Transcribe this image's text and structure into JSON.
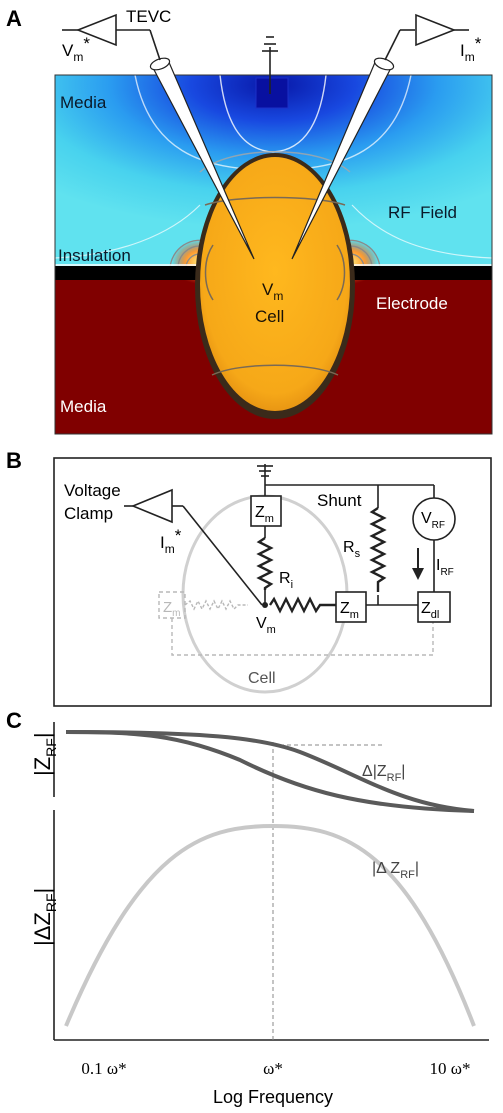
{
  "panel_a": {
    "letter": "A",
    "tevc": "TEVC",
    "vm_star": "V",
    "vm_star_sub": "m",
    "im_star": "I",
    "im_star_sub": "m",
    "star": "*",
    "media_top": "Media",
    "rf_field": "RF  Field",
    "insulation": "Insulation",
    "electrode": "Electrode",
    "vm": "V",
    "vm_sub": "m",
    "cell": "Cell",
    "media_bottom": "Media",
    "colors": {
      "media_top": "#5fe0ee",
      "field_core": "#0a1fb0",
      "electrode": "#800000",
      "cell": "#f5b020",
      "insulation": "#000000"
    }
  },
  "panel_b": {
    "letter": "B",
    "voltage": "Voltage",
    "clamp": "Clamp",
    "im": "I",
    "im_sub": "m",
    "star": "*",
    "shunt": "Shunt",
    "zm": "Z",
    "zm_sub": "m",
    "ri": "R",
    "ri_sub": "i",
    "rs": "R",
    "rs_sub": "s",
    "vrf": "V",
    "vrf_sub": "RF",
    "irf": "I",
    "irf_sub": "RF",
    "zdl": "Z",
    "zdl_sub": "dl",
    "vm": "V",
    "vm_sub": "m",
    "cell": "Cell"
  },
  "panel_c": {
    "letter": "C",
    "ylabel_top": "|Z",
    "ylabel_top_sub": "RF",
    "ylabel_top_end": "|",
    "ylabel_bottom": "|ΔZ",
    "ylabel_bottom_sub": "RF",
    "ylabel_bottom_end": "|",
    "annot_top": "Δ|Z",
    "annot_top_sub": "RF",
    "annot_top_end": "|",
    "annot_bottom": "|Δ Z",
    "annot_bottom_sub": "RF",
    "annot_bottom_end": "|",
    "xlabel": "Log Frequency",
    "tick_labels": [
      "0.1 ω*",
      "ω*",
      "10 ω*"
    ],
    "colors": {
      "curves": "#555555",
      "delta": "#c8c8c8"
    }
  }
}
